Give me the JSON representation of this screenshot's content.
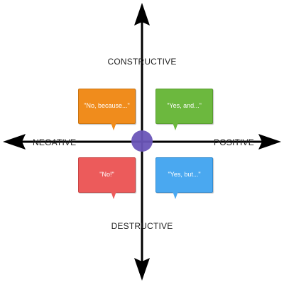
{
  "axes": {
    "top": "CONSTRUCTIVE",
    "bottom": "DESTRUCTIVE",
    "left": "NEGATIVE",
    "right": "POSITIVE"
  },
  "quadrants": [
    {
      "text": "\"No, because...\"",
      "color": "#f08c1c",
      "border": "#c8720f"
    },
    {
      "text": "\"Yes, and...\"",
      "color": "#6cb83e",
      "border": "#559a2c"
    },
    {
      "text": "\"No!\"",
      "color": "#ec5b5b",
      "border": "#c94444"
    },
    {
      "text": "\"Yes, but...\"",
      "color": "#4aa8f0",
      "border": "#2f8ad0"
    }
  ],
  "colors": {
    "axis": "#000000",
    "origin": "#6a55b8"
  }
}
